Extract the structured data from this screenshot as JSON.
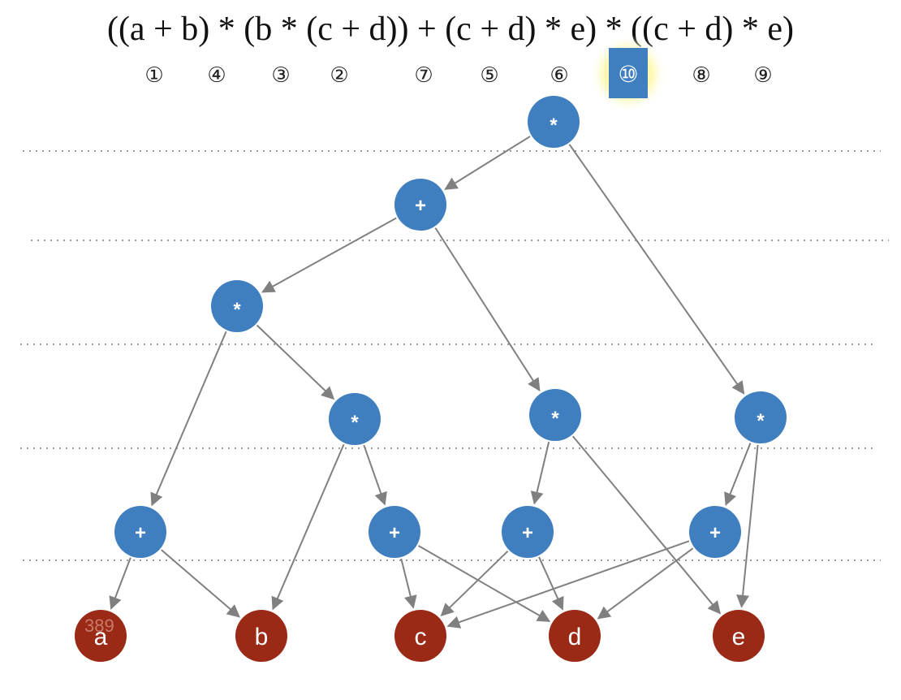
{
  "expression": "((a + b) * (b * (c + d)) + (c + d) * e) * ((c + d) * e)",
  "steps": [
    {
      "label": "①",
      "highlight": false
    },
    {
      "label": "④",
      "highlight": false
    },
    {
      "label": "③",
      "highlight": false
    },
    {
      "label": "②",
      "highlight": false
    },
    {
      "label": "⑦",
      "highlight": false
    },
    {
      "label": "⑤",
      "highlight": false
    },
    {
      "label": "⑥",
      "highlight": false
    },
    {
      "label": "⑩",
      "highlight": true
    },
    {
      "label": "⑧",
      "highlight": false
    },
    {
      "label": "⑨",
      "highlight": false
    }
  ],
  "nodes": [
    {
      "id": "n1",
      "label": "*",
      "kind": "op"
    },
    {
      "id": "n2",
      "label": "+",
      "kind": "op"
    },
    {
      "id": "n3",
      "label": "*",
      "kind": "op"
    },
    {
      "id": "n4",
      "label": "*",
      "kind": "op"
    },
    {
      "id": "n5",
      "label": "*",
      "kind": "op"
    },
    {
      "id": "n6",
      "label": "*",
      "kind": "op"
    },
    {
      "id": "n7",
      "label": "+",
      "kind": "op"
    },
    {
      "id": "n8",
      "label": "+",
      "kind": "op"
    },
    {
      "id": "n9",
      "label": "+",
      "kind": "op"
    },
    {
      "id": "n10",
      "label": "+",
      "kind": "op"
    },
    {
      "id": "a",
      "label": "a",
      "kind": "var"
    },
    {
      "id": "b",
      "label": "b",
      "kind": "var"
    },
    {
      "id": "c",
      "label": "c",
      "kind": "var"
    },
    {
      "id": "d",
      "label": "d",
      "kind": "var"
    },
    {
      "id": "e",
      "label": "e",
      "kind": "var"
    }
  ],
  "edges": [
    [
      "n1",
      "n2"
    ],
    [
      "n1",
      "n6"
    ],
    [
      "n2",
      "n3"
    ],
    [
      "n2",
      "n5"
    ],
    [
      "n3",
      "n7"
    ],
    [
      "n3",
      "n4"
    ],
    [
      "n4",
      "b"
    ],
    [
      "n4",
      "n8"
    ],
    [
      "n5",
      "n9"
    ],
    [
      "n5",
      "e"
    ],
    [
      "n6",
      "n10"
    ],
    [
      "n6",
      "e"
    ],
    [
      "n7",
      "a"
    ],
    [
      "n7",
      "b"
    ],
    [
      "n8",
      "c"
    ],
    [
      "n8",
      "d"
    ],
    [
      "n9",
      "c"
    ],
    [
      "n9",
      "d"
    ],
    [
      "n10",
      "c"
    ],
    [
      "n10",
      "d"
    ]
  ],
  "watermark": "389",
  "colors": {
    "operator_node": "#3f7fc0",
    "variable_node": "#9a2a16",
    "edge": "#808080",
    "highlight_glow": "#fff7a0"
  }
}
